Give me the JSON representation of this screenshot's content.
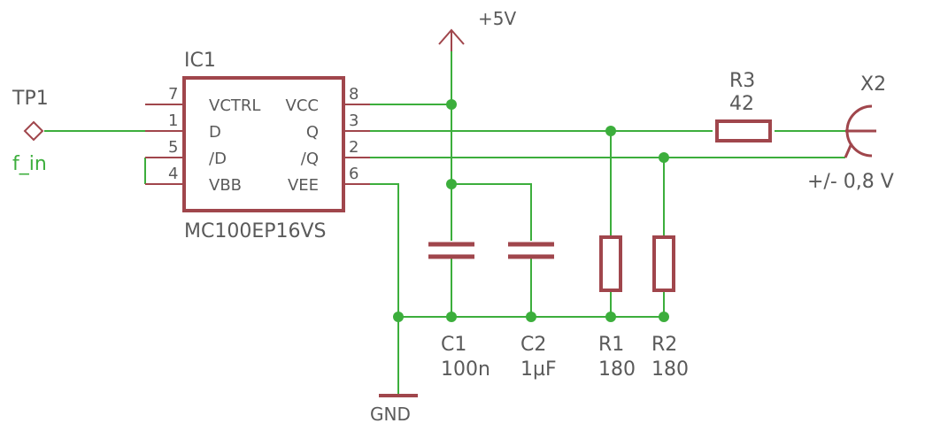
{
  "ic1": {
    "name": "IC1",
    "value": "MC100EP16VS",
    "pins_left": [
      {
        "num": "7",
        "name": "VCTRL"
      },
      {
        "num": "1",
        "name": "D"
      },
      {
        "num": "5",
        "name": "/D"
      },
      {
        "num": "4",
        "name": "VBB"
      }
    ],
    "pins_right": [
      {
        "num": "8",
        "name": "VCC"
      },
      {
        "num": "3",
        "name": "Q"
      },
      {
        "num": "2",
        "name": "/Q"
      },
      {
        "num": "6",
        "name": "VEE"
      }
    ]
  },
  "tp1": {
    "name": "TP1",
    "net": "f_in"
  },
  "supply": "+5V",
  "ground": "GND",
  "r3": {
    "name": "R3",
    "value": "42"
  },
  "x2": {
    "name": "X2",
    "note": "+/- 0,8 V"
  },
  "c1": {
    "name": "C1",
    "value": "100n"
  },
  "c2": {
    "name": "C2",
    "value": "1µF"
  },
  "r1": {
    "name": "R1",
    "value": "180"
  },
  "r2": {
    "name": "R2",
    "value": "180"
  },
  "colors": {
    "wire": "#3cae3c",
    "part": "#a0464c",
    "text": "#5a5a5a",
    "background": "#ffffff"
  }
}
